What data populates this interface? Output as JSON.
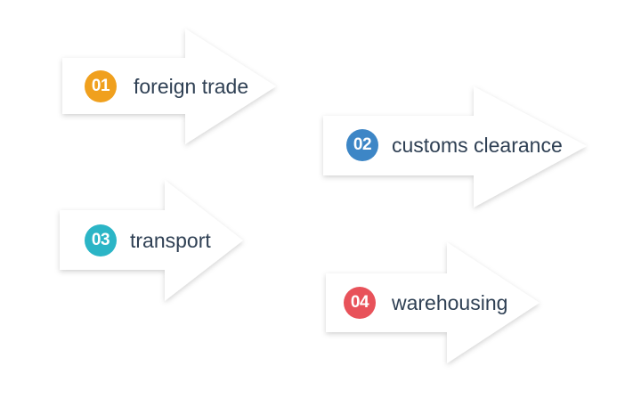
{
  "steps": [
    {
      "number": "01",
      "label": "foreign trade",
      "color": "#f0a01e"
    },
    {
      "number": "02",
      "label": "customs clearance",
      "color": "#3d86c6"
    },
    {
      "number": "03",
      "label": "transport",
      "color": "#2bb5c6"
    },
    {
      "number": "04",
      "label": "warehousing",
      "color": "#e8525a"
    }
  ]
}
